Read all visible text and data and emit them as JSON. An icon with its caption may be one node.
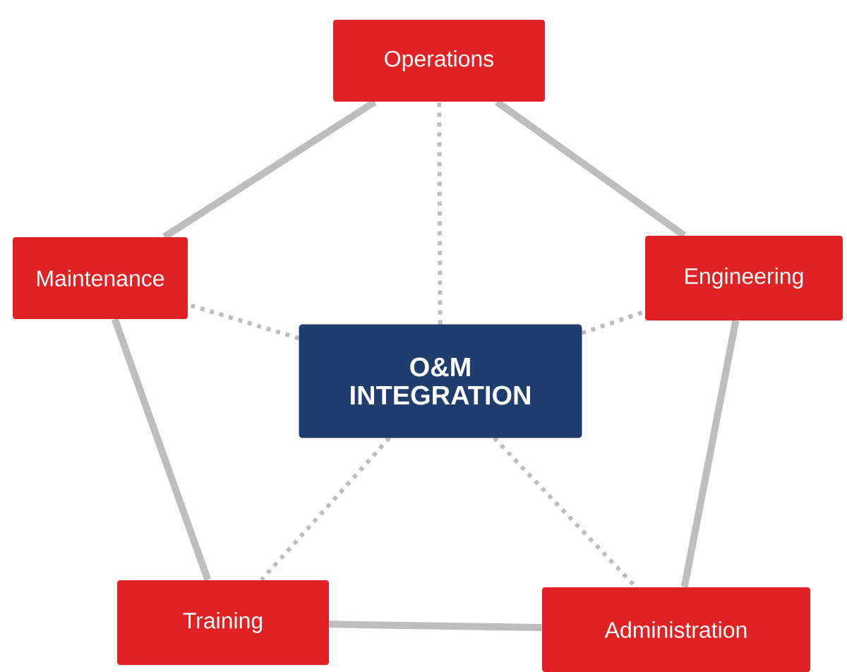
{
  "diagram": {
    "nodes": [
      {
        "text": [
          "Operations"
        ]
      },
      {
        "text": [
          "Maintenance"
        ]
      },
      {
        "text": [
          "Engineering"
        ]
      },
      {
        "text": [
          "O&M INTEGRATION"
        ]
      },
      {
        "text": [
          "Training"
        ]
      },
      {
        "text": [
          "Administration"
        ]
      }
    ],
    "edges": [
      {
        "from": 0,
        "to": 1,
        "arrow": "none"
      },
      {
        "from": 0,
        "to": 2,
        "arrow": "none"
      },
      {
        "from": 2,
        "to": 5,
        "arrow": "none"
      },
      {
        "from": 5,
        "to": 4,
        "arrow": "none"
      },
      {
        "from": 4,
        "to": 1,
        "arrow": "none"
      },
      {
        "from": 3,
        "to": 0,
        "arrow": "none",
        "style": "dashed"
      },
      {
        "from": 3,
        "to": 1,
        "arrow": "none",
        "style": "dashed"
      },
      {
        "from": 3,
        "to": 2,
        "arrow": "none",
        "style": "dashed"
      },
      {
        "from": 3,
        "to": 4,
        "arrow": "none",
        "style": "dashed"
      },
      {
        "from": 3,
        "to": 5,
        "arrow": "none",
        "style": "dashed"
      }
    ]
  }
}
